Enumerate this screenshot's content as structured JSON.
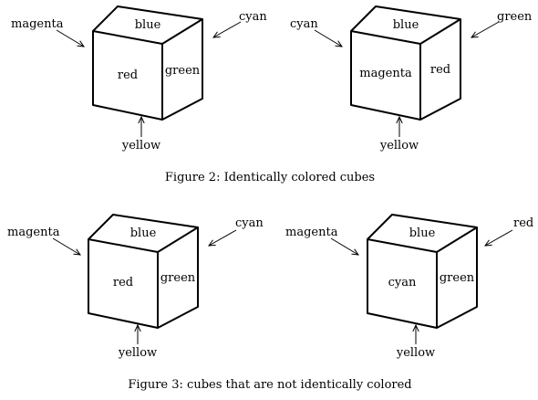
{
  "figures": [
    {
      "caption": "Figure 2: Identically colored cubes",
      "cubes": [
        {
          "top": "blue",
          "front": "red",
          "right": "green",
          "left_hidden": "magenta",
          "back_hidden": "cyan",
          "bottom_hidden": "yellow"
        },
        {
          "top": "blue",
          "front": "magenta",
          "right": "red",
          "left_hidden": "cyan",
          "back_hidden": "green",
          "bottom_hidden": "yellow"
        }
      ]
    },
    {
      "caption": "Figure 3: cubes that are not identically colored",
      "cubes": [
        {
          "top": "blue",
          "front": "red",
          "right": "green",
          "left_hidden": "magenta",
          "back_hidden": "cyan",
          "bottom_hidden": "yellow"
        },
        {
          "top": "blue",
          "front": "cyan",
          "right": "green",
          "left_hidden": "magenta",
          "back_hidden": "red",
          "bottom_hidden": "yellow"
        }
      ]
    }
  ]
}
